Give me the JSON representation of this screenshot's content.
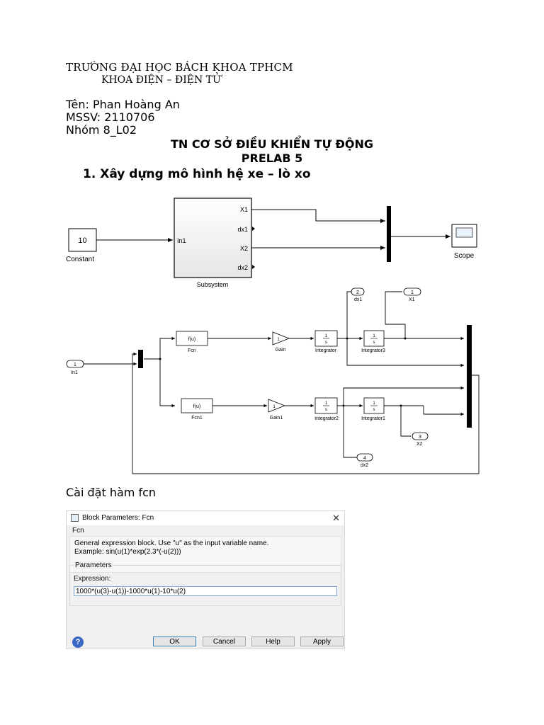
{
  "header": {
    "university": "TRƯỜNG ĐẠI HỌC BÁCH KHOA TPHCM",
    "faculty": "KHOA ĐIỆN – ĐIỆN TỬ"
  },
  "student": {
    "name_line": "Tên: Phan Hoàng An",
    "id_line": "MSSV: 2110706",
    "group_line": "Nhóm 8_L02"
  },
  "title": {
    "line1": "TN CƠ SỞ ĐIỀU KHIỂN TỰ ĐỘNG",
    "line2": "PRELAB 5"
  },
  "section": {
    "number": "1.",
    "heading": "Xây dựng mô hình hệ xe – lò xo"
  },
  "top_model": {
    "constant_value": "10",
    "constant_label": "Constant",
    "subsystem_in": "In1",
    "subsystem_out1": "X1",
    "subsystem_out2": "dx1",
    "subsystem_out3": "X2",
    "subsystem_out4": "dx2",
    "subsystem_label": "Subsystem",
    "scope_label": "Scope"
  },
  "sub_model": {
    "in_port_num": "1",
    "in_port_label": "In1",
    "fcn_expr": "f(u)",
    "fcn_label": "Fcn",
    "fcn1_expr": "f(u)",
    "fcn1_label": "Fcn1",
    "gain_value": "1",
    "gain_label": "Gain",
    "gain1_value": "1",
    "gain1_label": "Gain1",
    "int_num": "1",
    "int_den": "s",
    "integrator_label": "Integrator",
    "integrator1_label": "Integrator1",
    "integrator2_label": "Integrator2",
    "integrator3_label": "Integrator3",
    "out_dx1_num": "2",
    "out_dx1_label": "dx1",
    "out_x1_num": "1",
    "out_x1_label": "X1",
    "out_x2_num": "3",
    "out_x2_label": "X2",
    "out_dx2_num": "4",
    "out_dx2_label": "dx2"
  },
  "caption": "Cài đặt hàm fcn",
  "dialog": {
    "window_title": "Block Parameters: Fcn",
    "group1_label": "Fcn",
    "desc_line1": "General expression block. Use \"u\" as the input variable name.",
    "desc_line2": "Example: sin(u(1)*exp(2.3*(-u(2)))",
    "group2_label": "Parameters",
    "expression_label": "Expression:",
    "expression_value": "1000*(u(3)-u(1))-1000*u(1)-10*u(2)",
    "ok_label": "OK",
    "cancel_label": "Cancel",
    "help_label": "Help",
    "apply_label": "Apply",
    "help_icon": "?"
  }
}
